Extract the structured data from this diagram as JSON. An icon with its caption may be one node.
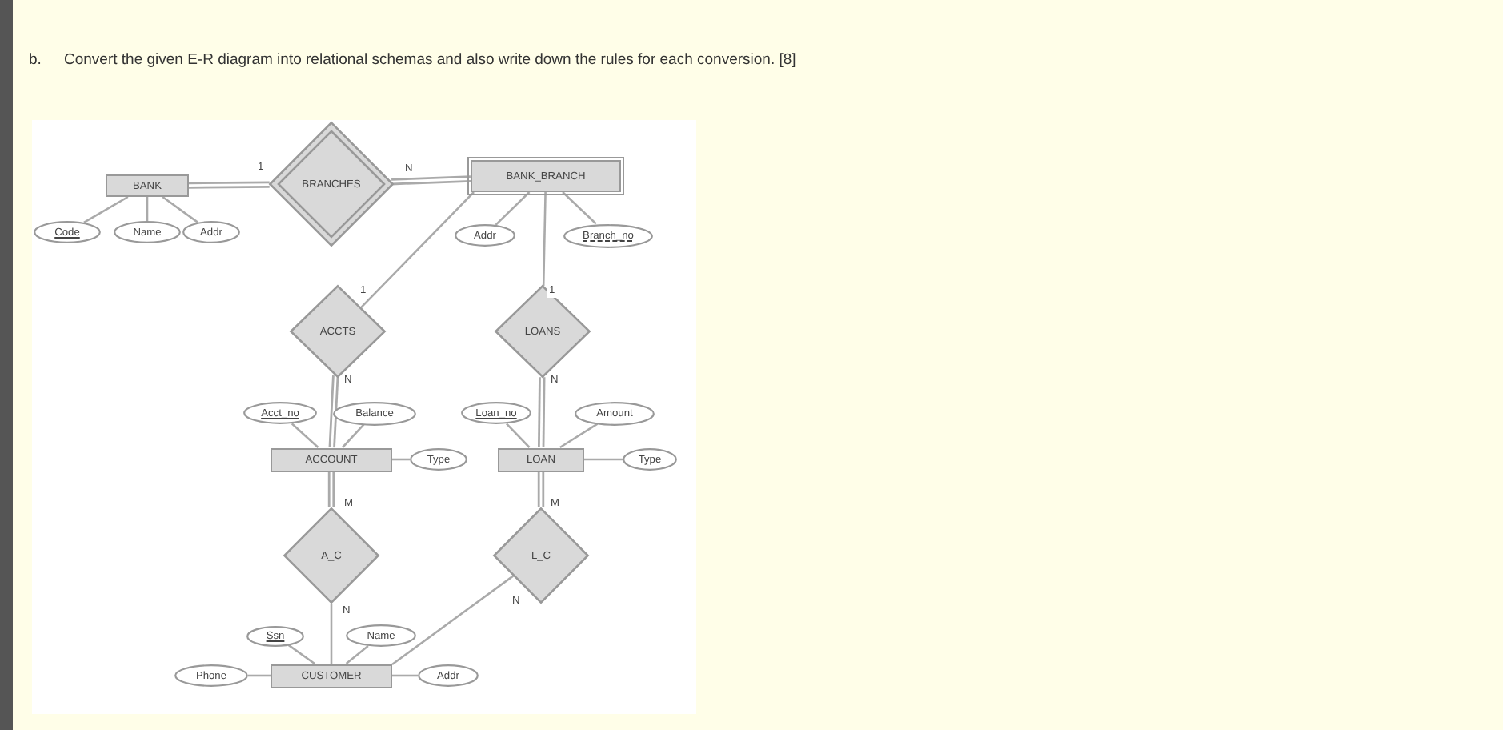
{
  "diagram": {
    "title": "Convert the given E-R diagram into relational schemas and also write down the rules for each conversion. [8]",
    "labels": [
      "b."
    ],
    "nodes": [
      {
        "text": [
          "BANK"
        ]
      },
      {
        "text": [
          "BRANCHES"
        ]
      },
      {
        "text": [
          "BANK_BRANCH"
        ]
      },
      {
        "text": [
          "Code"
        ]
      },
      {
        "text": [
          "Name"
        ]
      },
      {
        "text": [
          "Addr"
        ]
      },
      {
        "text": [
          "Addr"
        ]
      },
      {
        "text": [
          "Branch_no"
        ]
      },
      {
        "text": [
          "ACCTS"
        ]
      },
      {
        "text": [
          "LOANS"
        ]
      },
      {
        "text": [
          "Acct_no"
        ]
      },
      {
        "text": [
          "Balance"
        ]
      },
      {
        "text": [
          "Loan_no"
        ]
      },
      {
        "text": [
          "Amount"
        ]
      },
      {
        "text": [
          "ACCOUNT"
        ]
      },
      {
        "text": [
          "Type"
        ]
      },
      {
        "text": [
          "LOAN"
        ]
      },
      {
        "text": [
          "Type"
        ]
      },
      {
        "text": [
          "A_C"
        ]
      },
      {
        "text": [
          "L_C"
        ]
      },
      {
        "text": [
          "Ssn"
        ]
      },
      {
        "text": [
          "Name"
        ]
      },
      {
        "text": [
          "Phone"
        ]
      },
      {
        "text": [
          "CUSTOMER"
        ]
      },
      {
        "text": [
          "Addr"
        ]
      }
    ],
    "edges": [
      {
        "from": 0,
        "to": 1,
        "arrow": "none",
        "label": "1",
        "style": "thick"
      },
      {
        "from": 1,
        "to": 2,
        "arrow": "none",
        "label": "N",
        "style": "thick"
      },
      {
        "from": 2,
        "to": 8,
        "arrow": "none",
        "label": "1"
      },
      {
        "from": 2,
        "to": 9,
        "arrow": "none",
        "label": "1"
      },
      {
        "from": 8,
        "to": 14,
        "arrow": "none",
        "label": "N",
        "style": "thick"
      },
      {
        "from": 9,
        "to": 16,
        "arrow": "none",
        "label": "N",
        "style": "thick"
      },
      {
        "from": 14,
        "to": 18,
        "arrow": "none",
        "label": "M",
        "style": "thick"
      },
      {
        "from": 16,
        "to": 19,
        "arrow": "none",
        "label": "M",
        "style": "thick"
      },
      {
        "from": 18,
        "to": 23,
        "arrow": "none",
        "label": "N"
      },
      {
        "from": 19,
        "to": 23,
        "arrow": "none",
        "label": "N"
      },
      {
        "from": 0,
        "to": 3,
        "arrow": "none"
      },
      {
        "from": 0,
        "to": 4,
        "arrow": "none"
      },
      {
        "from": 0,
        "to": 5,
        "arrow": "none"
      },
      {
        "from": 2,
        "to": 6,
        "arrow": "none"
      },
      {
        "from": 2,
        "to": 7,
        "arrow": "none"
      },
      {
        "from": 10,
        "to": 14,
        "arrow": "none"
      },
      {
        "from": 11,
        "to": 14,
        "arrow": "none"
      },
      {
        "from": 14,
        "to": 15,
        "arrow": "none"
      },
      {
        "from": 12,
        "to": 16,
        "arrow": "none"
      },
      {
        "from": 13,
        "to": 16,
        "arrow": "none"
      },
      {
        "from": 16,
        "to": 17,
        "arrow": "none"
      },
      {
        "from": 20,
        "to": 23,
        "arrow": "none"
      },
      {
        "from": 21,
        "to": 23,
        "arrow": "none"
      },
      {
        "from": 22,
        "to": 23,
        "arrow": "none"
      },
      {
        "from": 23,
        "to": 24,
        "arrow": "none"
      }
    ]
  }
}
